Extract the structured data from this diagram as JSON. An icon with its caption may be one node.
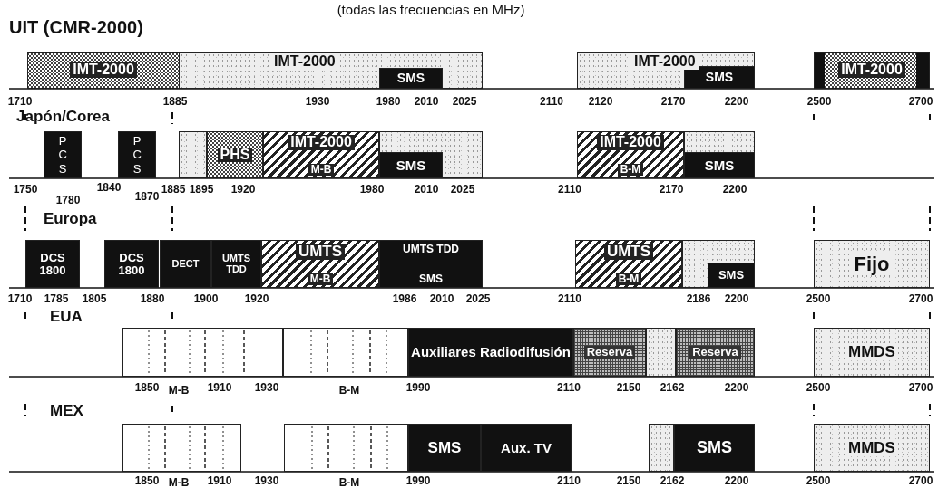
{
  "diagram": {
    "title": "(todas las frecuencias en MHz)",
    "nodes": [
      {
        "text": [
          "IMT-2000"
        ]
      },
      {
        "text": [
          "IMT-2000"
        ]
      },
      {
        "text": [
          "SMS"
        ],
        "in": 1
      },
      {
        "text": [
          "IMT-2000"
        ]
      },
      {
        "text": [
          "SMS"
        ],
        "in": 3
      },
      {
        "text": [
          "IMT-2000"
        ]
      },
      {
        "text": [
          "P C S"
        ]
      },
      {
        "text": [
          "P C S"
        ]
      },
      {
        "text": [],
        "shape": "box"
      },
      {
        "text": [
          "PHS"
        ]
      },
      {
        "text": [
          "IMT-2000",
          "M-B"
        ]
      },
      {
        "text": [],
        "shape": "box"
      },
      {
        "text": [
          "SMS"
        ],
        "in": 11
      },
      {
        "text": [
          "IMT-2000",
          "B-M"
        ]
      },
      {
        "text": [],
        "shape": "box"
      },
      {
        "text": [
          "SMS"
        ],
        "in": 14
      },
      {
        "text": [
          "DCS 1800"
        ]
      },
      {
        "text": [
          "DCS 1800"
        ]
      },
      {
        "text": [
          "DECT"
        ]
      },
      {
        "text": [
          "UMTS TDD"
        ]
      },
      {
        "text": [
          "UMTS",
          "M-B"
        ]
      },
      {
        "text": [
          "UMTS TDD",
          "SMS"
        ]
      },
      {
        "text": [
          "UMTS",
          "B-M"
        ]
      },
      {
        "text": [],
        "shape": "box"
      },
      {
        "text": [
          "SMS"
        ],
        "in": 23
      },
      {
        "text": [
          "Fijo"
        ]
      },
      {
        "text": [],
        "shape": "box"
      },
      {
        "text": [],
        "shape": "box"
      },
      {
        "text": [
          "Auxiliares Radiodifusión"
        ]
      },
      {
        "text": [
          "Reserva"
        ]
      },
      {
        "text": [],
        "shape": "box"
      },
      {
        "text": [
          "Reserva"
        ]
      },
      {
        "text": [
          "MMDS"
        ]
      },
      {
        "text": [],
        "shape": "box"
      },
      {
        "text": [],
        "shape": "box"
      },
      {
        "text": [
          "SMS"
        ]
      },
      {
        "text": [
          "Aux. TV"
        ]
      },
      {
        "text": [],
        "shape": "box"
      },
      {
        "text": [
          "SMS"
        ]
      },
      {
        "text": [
          "MMDS"
        ]
      }
    ],
    "edges": [],
    "labels": [
      "UIT (CMR-2000)",
      "1710",
      "1885",
      "1930",
      "1980",
      "2010",
      "2025",
      "2110",
      "2120",
      "2170",
      "2200",
      "2500",
      "2700",
      "Japón/Corea",
      "1750",
      "1780",
      "1840",
      "1870",
      "1885",
      "1895",
      "1920",
      "1980",
      "2010",
      "2025",
      "2110",
      "2170",
      "2200",
      "Europa",
      "1710",
      "1785",
      "1805",
      "1880",
      "1900",
      "1920",
      "1986",
      "2010",
      "2025",
      "2110",
      "2186",
      "2200",
      "2500",
      "2700",
      "EUA",
      "1850",
      "M-B",
      "1910",
      "1930",
      "B-M",
      "1990",
      "2110",
      "2150",
      "2162",
      "2200",
      "2500",
      "2700",
      "MEX",
      "1850",
      "M-B",
      "1910",
      "1930",
      "B-M",
      "1990",
      "2110",
      "2150",
      "2162",
      "2200",
      "2500",
      "2700"
    ]
  }
}
